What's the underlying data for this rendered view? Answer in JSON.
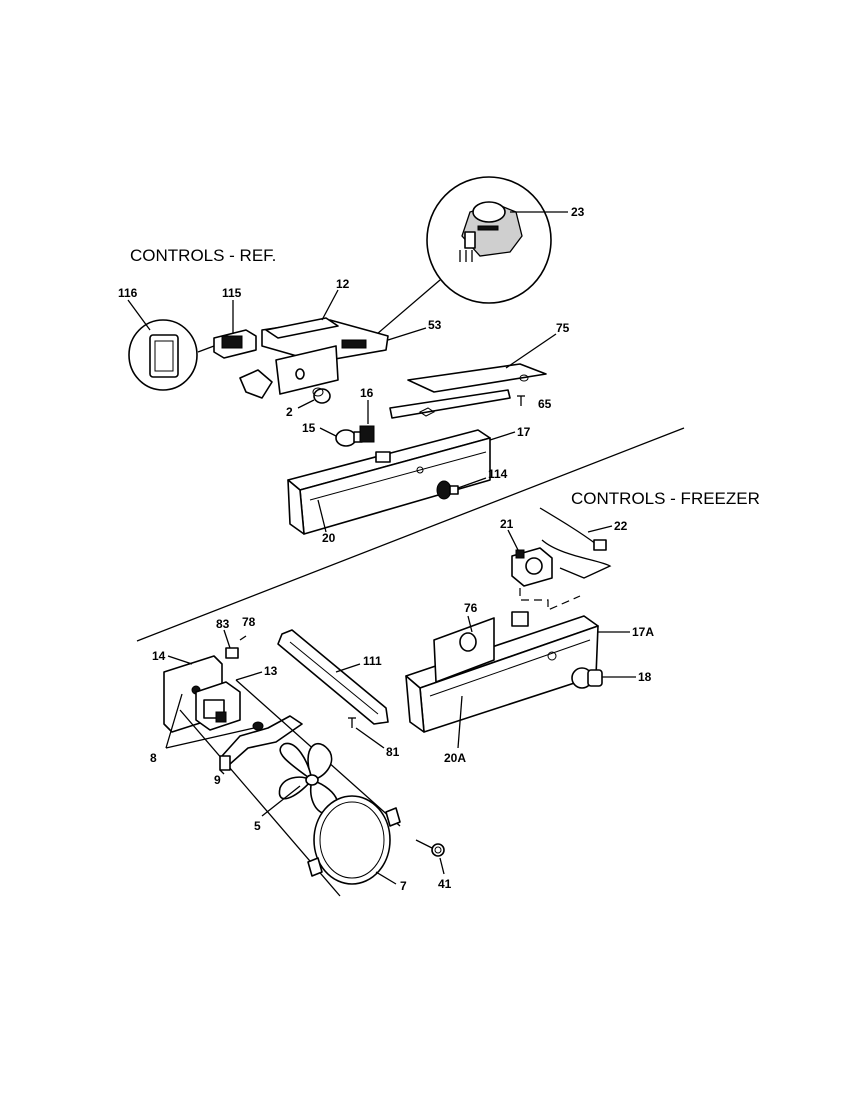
{
  "sections": {
    "ref_title": "CONTROLS - REF.",
    "freezer_title": "CONTROLS - FREEZER"
  },
  "callouts": {
    "p23": "23",
    "p12": "12",
    "p115": "115",
    "p116": "116",
    "p53": "53",
    "p75": "75",
    "p65": "65",
    "p16": "16",
    "p2": "2",
    "p15": "15",
    "p17": "17",
    "p114": "114",
    "p20": "20",
    "p21": "21",
    "p22": "22",
    "p76": "76",
    "p17A": "17A",
    "p18": "18",
    "p20A": "20A",
    "p83": "83",
    "p78": "78",
    "p14": "14",
    "p13": "13",
    "p111": "111",
    "p81": "81",
    "p8": "8",
    "p9": "9",
    "p5": "5",
    "p7": "7",
    "p41": "41"
  }
}
